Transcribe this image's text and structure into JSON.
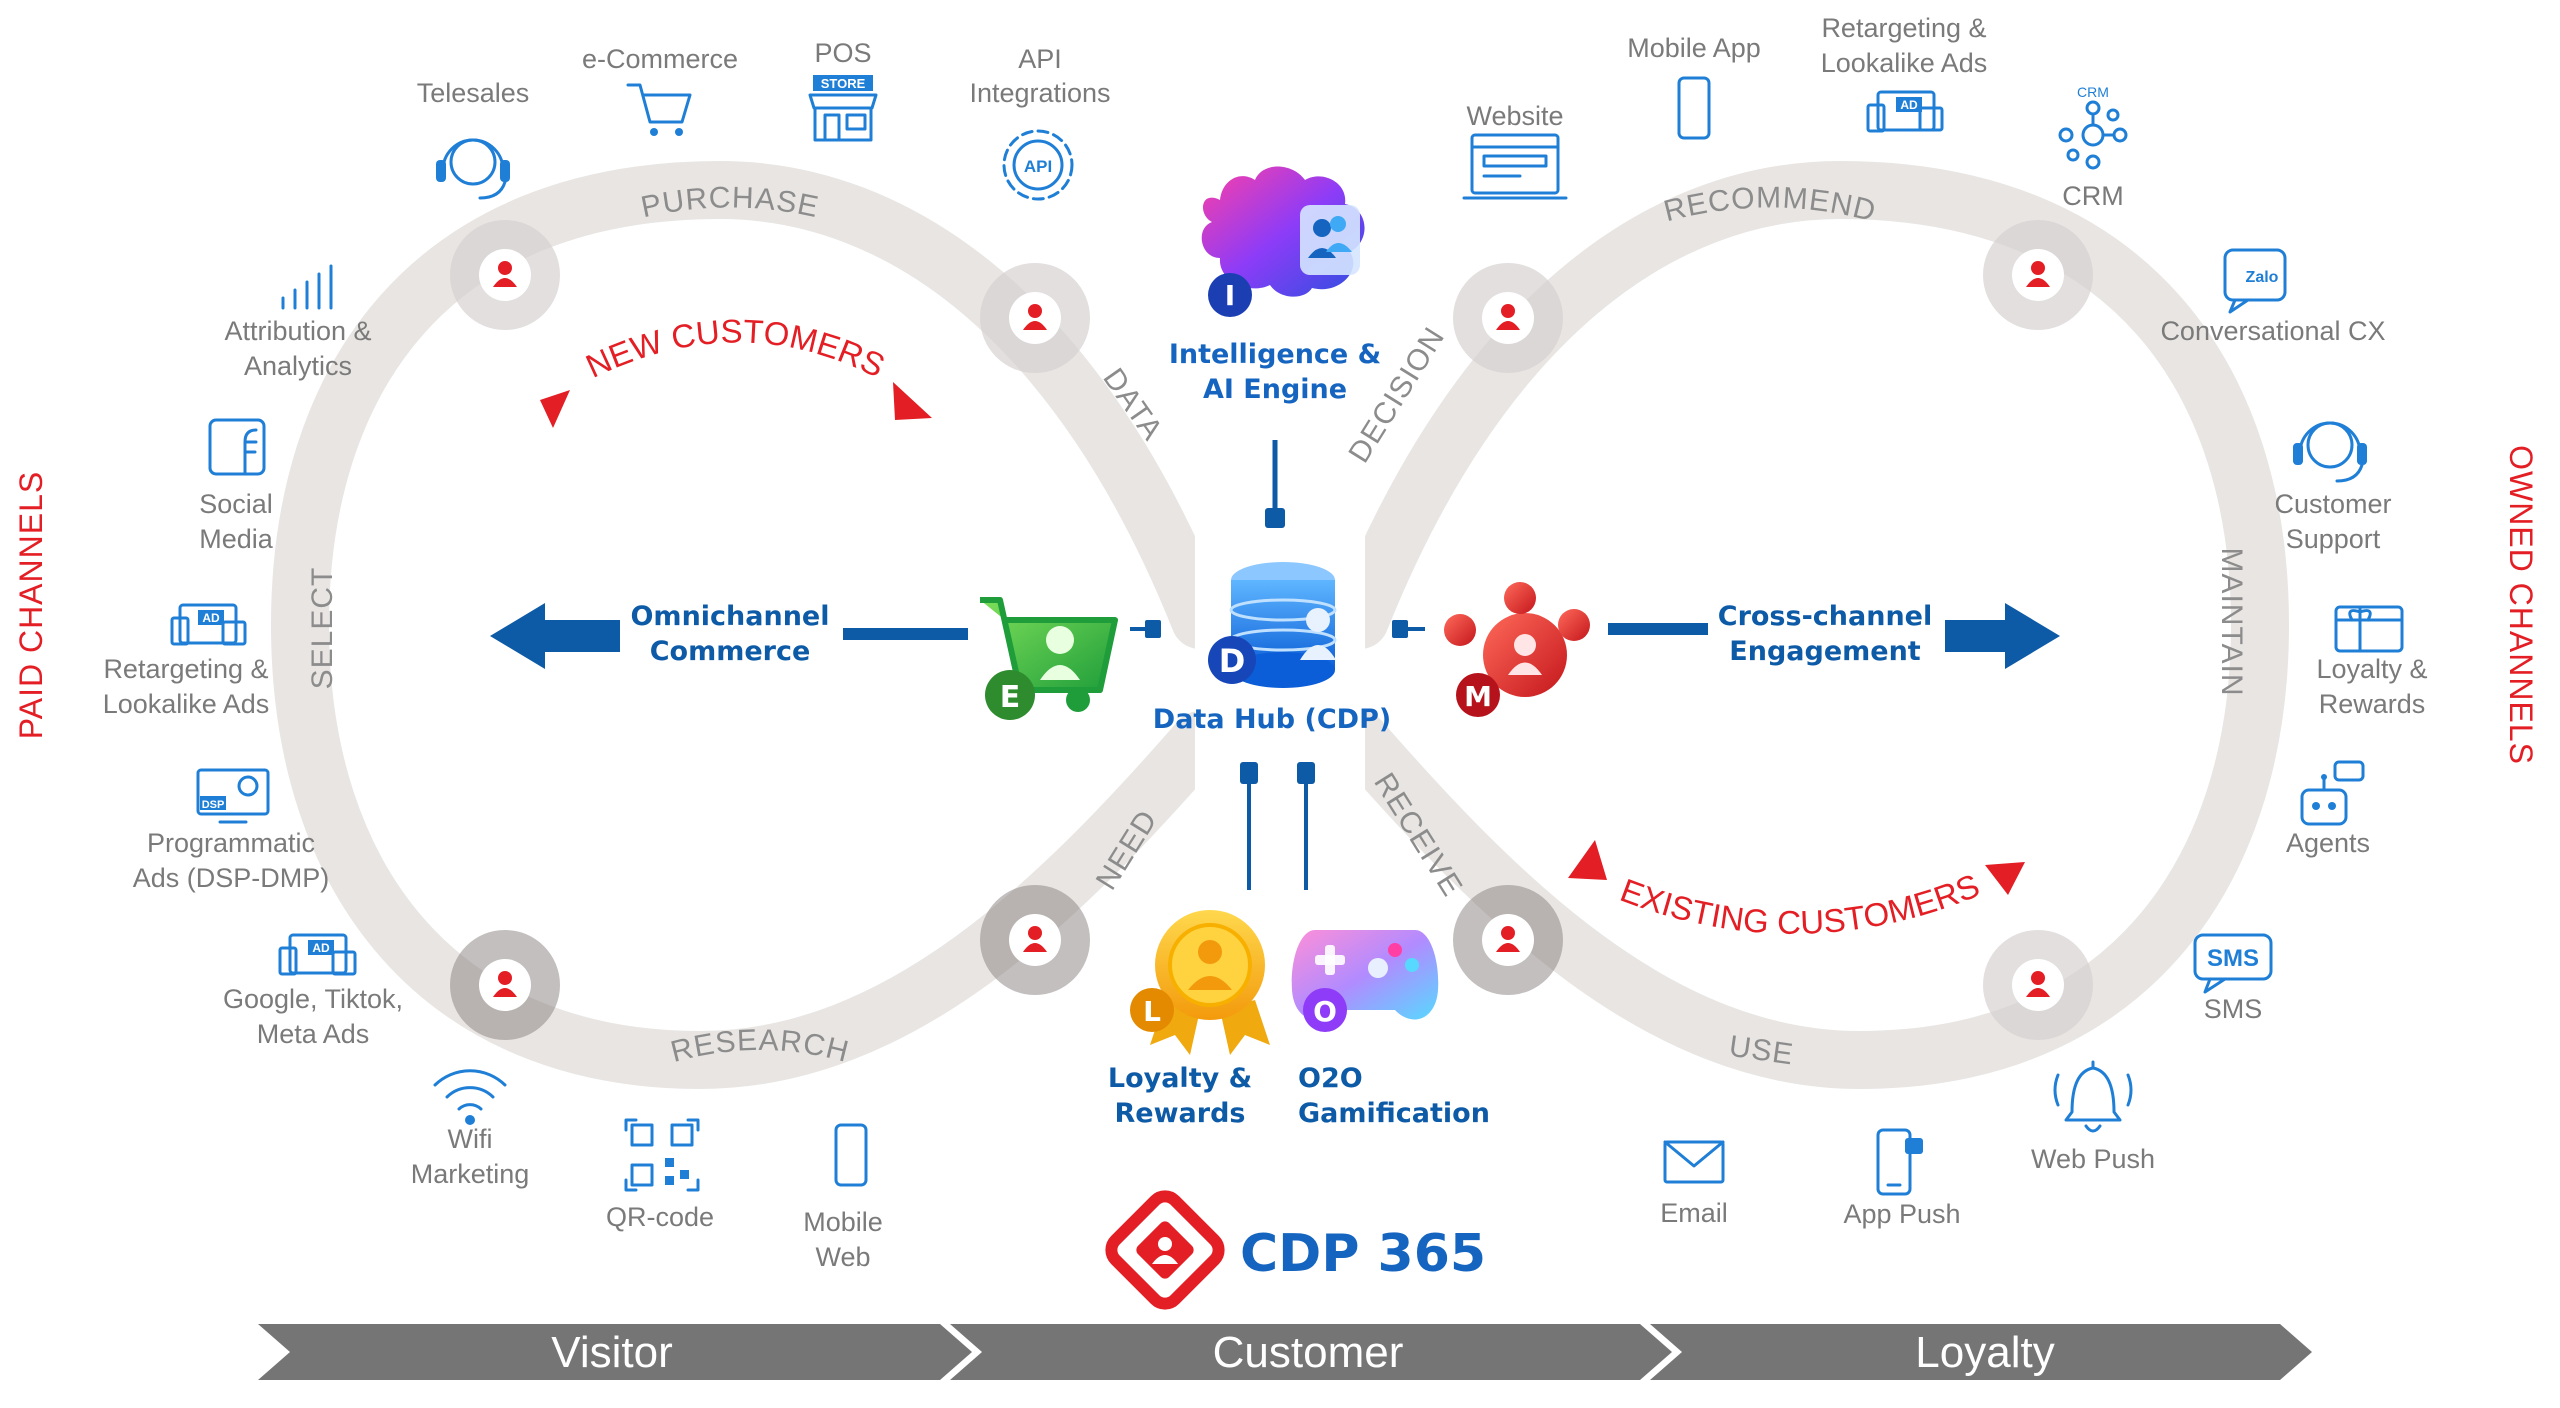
{
  "stages": {
    "purchase": "PURCHASE",
    "data": "DATA",
    "select": "SELECT",
    "need": "NEED",
    "research": "RESEARCH",
    "recommend": "RECOMMEND",
    "decision": "DECISION",
    "maintain": "MAINTAIN",
    "receive": "RECEIVE",
    "use": "USE"
  },
  "segments": {
    "new_customers": "NEW CUSTOMERS",
    "existing_customers": "EXISTING CUSTOMERS",
    "paid_channels": "PAID CHANNELS",
    "owned_channels": "OWNED CHANNELS"
  },
  "hub": {
    "intelligence_line1": "Intelligence &",
    "intelligence_line2": "AI Engine",
    "data_hub": "Data Hub (CDP)",
    "omni_line1": "Omnichannel",
    "omni_line2": "Commerce",
    "cross_line1": "Cross-channel",
    "cross_line2": "Engagement",
    "loyalty_line1": "Loyalty &",
    "loyalty_line2": "Rewards",
    "o2o_line1": "O2O",
    "o2o_line2": "Gamification",
    "letter_i": "I",
    "letter_d": "D",
    "letter_e": "E",
    "letter_m": "M",
    "letter_l": "L",
    "letter_o": "O"
  },
  "paid_channels": {
    "telesales": "Telesales",
    "ecommerce": "e-Commerce",
    "pos": "POS",
    "store_sign": "STORE",
    "api_line1": "API",
    "api_line2": "Integrations",
    "api_badge": "API",
    "attribution_line1": "Attribution &",
    "attribution_line2": "Analytics",
    "social_line1": "Social",
    "social_line2": "Media",
    "retarget_line1": "Retargeting &",
    "retarget_line2": "Lookalike Ads",
    "programmatic_line1": "Programmatic",
    "programmatic_line2": "Ads (DSP-DMP)",
    "dsp_badge": "DSP",
    "google_line1": "Google, Tiktok,",
    "google_line2": "Meta Ads",
    "ad_badge": "AD",
    "wifi_line1": "Wifi",
    "wifi_line2": "Marketing",
    "qrcode": "QR-code",
    "mobileweb_line1": "Mobile",
    "mobileweb_line2": "Web"
  },
  "owned_channels": {
    "website": "Website",
    "mobile_app": "Mobile App",
    "retarget_line1": "Retargeting &",
    "retarget_line2": "Lookalike Ads",
    "ad_badge": "AD",
    "crm": "CRM",
    "crm_badge": "CRM",
    "conversational": "Conversational CX",
    "zalo_badge": "Zalo",
    "support_line1": "Customer",
    "support_line2": "Support",
    "loyalty_line1": "Loyalty &",
    "loyalty_line2": "Rewards",
    "agents": "Agents",
    "sms": "SMS",
    "sms_badge": "SMS",
    "webpush": "Web Push",
    "email": "Email",
    "apppush": "App Push"
  },
  "brand": {
    "name": "CDP 365"
  },
  "journey": {
    "visitor": "Visitor",
    "customer": "Customer",
    "loyalty": "Loyalty"
  },
  "colors": {
    "brand_blue": "#1565c0",
    "accent_red": "#e31e24",
    "icon_blue": "#1f7fd6",
    "track_gray": "#e6e3e1",
    "bar_gray": "#757575"
  }
}
